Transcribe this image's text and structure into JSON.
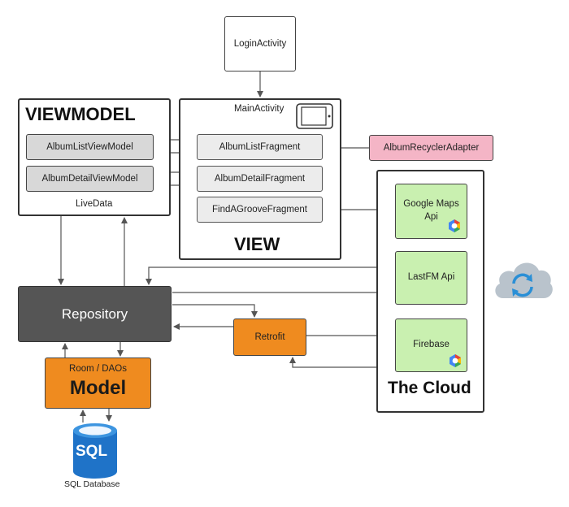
{
  "login_activity": "LoginActivity",
  "viewmodel": {
    "title": "VIEWMODEL",
    "album_list_vm": "AlbumListViewModel",
    "album_detail_vm": "AlbumDetailViewModel",
    "live_data": "LiveData"
  },
  "view": {
    "main_activity": "MainActivity",
    "album_list_fragment": "AlbumListFragment",
    "album_detail_fragment": "AlbumDetailFragment",
    "find_a_groove_fragment": "FindAGrooveFragment",
    "title": "VIEW"
  },
  "album_recycler_adapter": "AlbumRecyclerAdapter",
  "cloud": {
    "google_maps_line1": "Google Maps",
    "google_maps_line2": "Api",
    "lastfm": "LastFM Api",
    "firebase": "Firebase",
    "title": "The Cloud"
  },
  "repository": "Repository",
  "retrofit": "Retrofit",
  "model": {
    "room_daos": "Room / DAOs",
    "title": "Model"
  },
  "database": {
    "badge": "SQL",
    "label": "SQL Database"
  },
  "colors": {
    "orange": "#ef8b1f",
    "green": "#c9f0b0",
    "pink": "#f4b5c6",
    "repository": "#555555",
    "sql_blue": "#1f73c8",
    "cloud_gray": "#b9c3cc",
    "sync_blue": "#2a8fd6"
  }
}
